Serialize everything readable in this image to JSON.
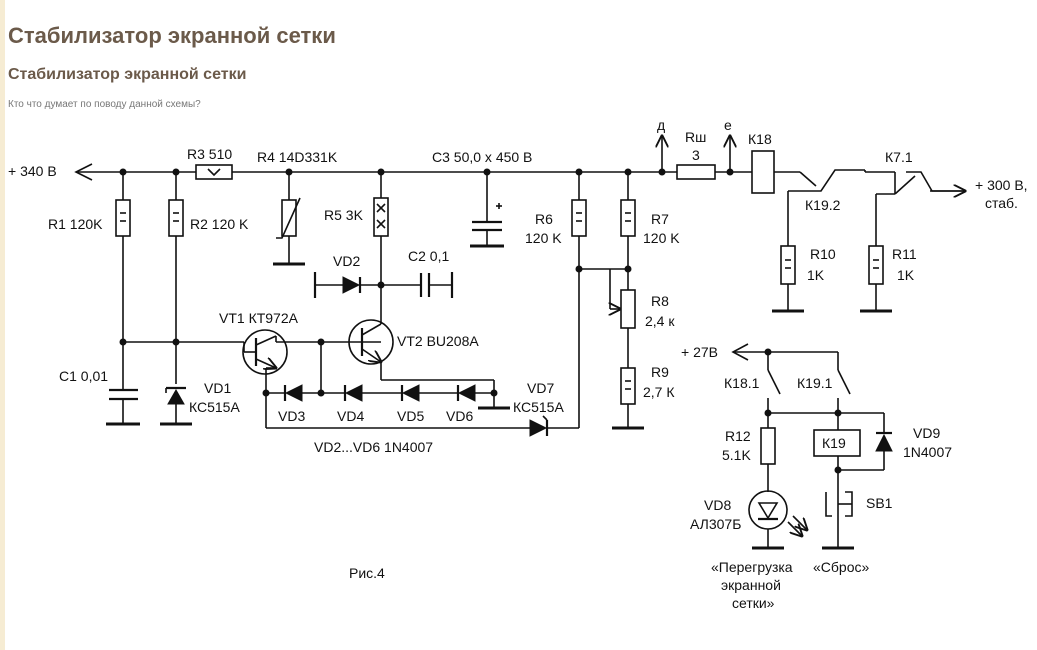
{
  "page": {
    "title": "Стабилизатор экранной сетки",
    "subtitle": "Стабилизатор экранной сетки",
    "question": "Кто что думает по поводу данной схемы?"
  },
  "schematic": {
    "caption": "Рис.4",
    "diode_note": "VD2...VD6 1N4007",
    "input_label": "+ 340 В",
    "output_label": "+ 300 В,",
    "output_label2": "стаб.",
    "supply_27v": "+ 27В",
    "point_d": "д",
    "point_e": "е",
    "components": {
      "r1": "R1 120K",
      "r2": "R2 120 K",
      "r3": "R3 510",
      "r4": "R4 14D331K",
      "r5": "R5 3K",
      "c3": "C3 50,0 х 450 В",
      "c2": "C2 0,1",
      "c1": "C1 0,01",
      "vd1": "VD1",
      "vd1_type": "КС515А",
      "vd2": "VD2",
      "vt1": "VT1 КТ972А",
      "vt2": "VT2 BU208A",
      "vd3": "VD3",
      "vd4": "VD4",
      "vd5": "VD5",
      "vd6": "VD6",
      "vd7": "VD7",
      "vd7_type": "КС515А",
      "r6": "R6",
      "r6_val": "120 K",
      "r7": "R7",
      "r7_val": "120 K",
      "r8": "R8",
      "r8_val": "2,4 к",
      "r9": "R9",
      "r9_val": "2,7 К",
      "rsh": "Rш",
      "rsh_val": "3",
      "k18": "К18",
      "k19_2": "К19.2",
      "k7_1": "К7.1",
      "r10": "R10",
      "r10_val": "1K",
      "r11": "R11",
      "r11_val": "1K",
      "k18_1": "К18.1",
      "k19_1": "К19.1",
      "r12": "R12",
      "r12_val": "5.1K",
      "k19": "К19",
      "vd9": "VD9",
      "vd9_type": "1N4007",
      "vd8": "VD8",
      "vd8_type": "АЛ307Б",
      "sb1": "SB1",
      "overload_1": "«Перегрузка",
      "overload_2": "экранной",
      "overload_3": "сетки»",
      "reset": "«Сброс»"
    }
  }
}
